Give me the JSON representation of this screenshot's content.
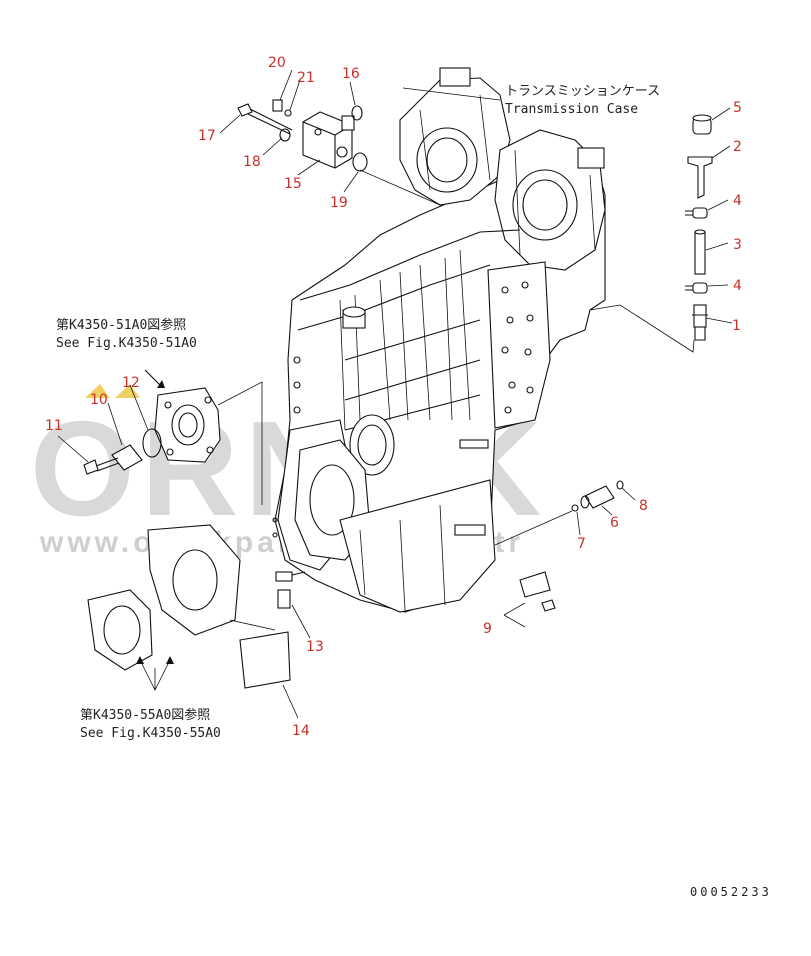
{
  "watermark": {
    "logo_text": "ORNEK",
    "url_text": "www.ornekparcalari.com.tr"
  },
  "notes": {
    "transmission_jp": "トランスミッションケース",
    "transmission_en": "Transmission Case",
    "ref1_jp": "第K4350-51A0図参照",
    "ref1_en": "See Fig.K4350-51A0",
    "ref2_jp": "第K4350-55A0図参照",
    "ref2_en": "See Fig.K4350-55A0",
    "drawing_number": "00052233"
  },
  "callouts": [
    "1",
    "2",
    "3",
    "4",
    "5",
    "6",
    "7",
    "8",
    "9",
    "10",
    "11",
    "12",
    "13",
    "14",
    "15",
    "16",
    "17",
    "18",
    "19",
    "20",
    "21"
  ],
  "callout_color": "#c8302a"
}
